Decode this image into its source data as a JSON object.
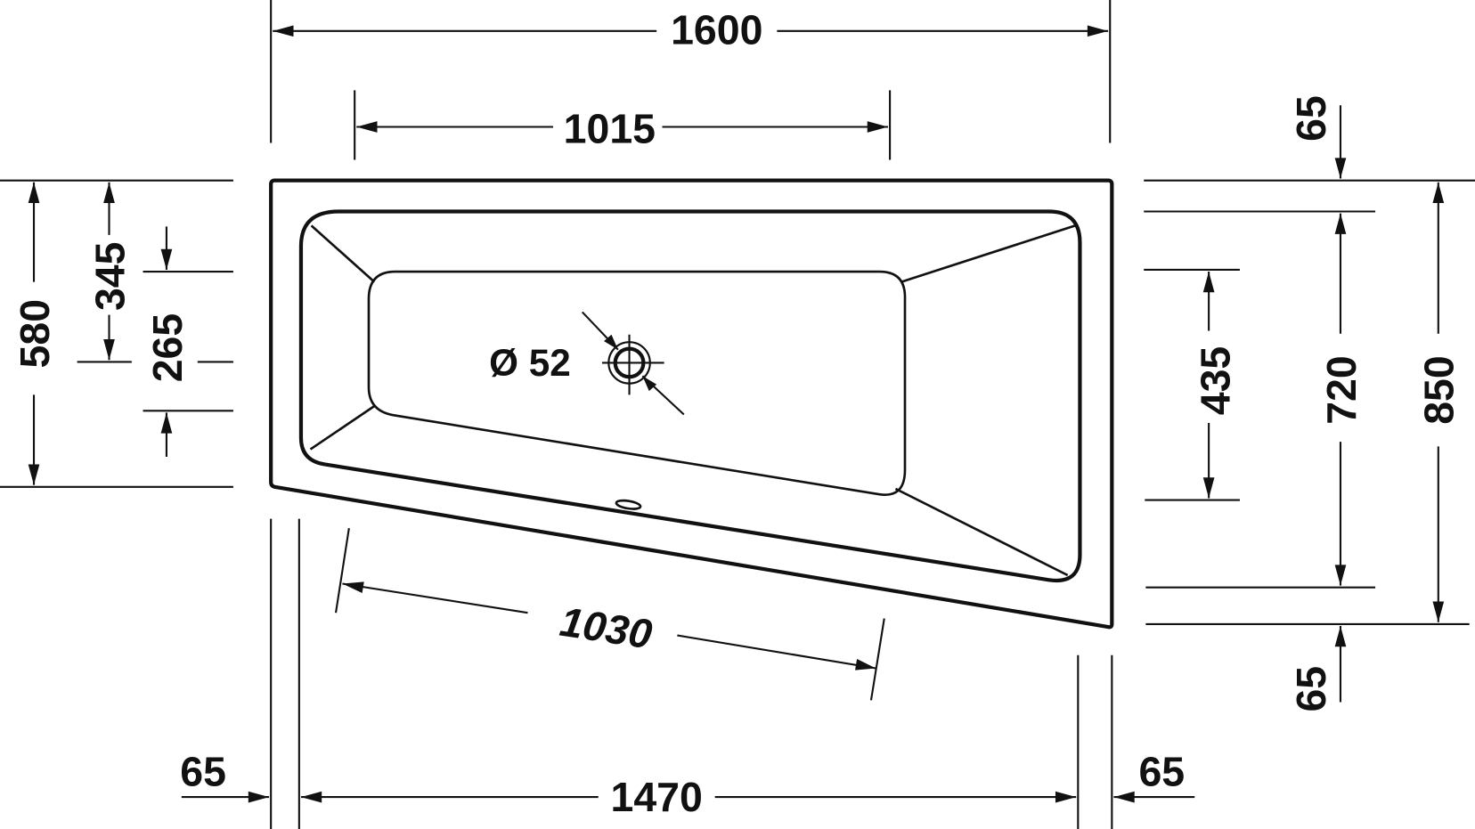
{
  "drawing": {
    "title": "Corner bathtub dimension drawing (top view)",
    "units": "mm",
    "colors": {
      "line": "#111111",
      "background": "#ffffff"
    },
    "dimensions": {
      "overall_width": "1600",
      "inner_top_width": "1015",
      "bottom_inner_width": "1470",
      "left_rim_offset": "65",
      "right_rim_offset": "65",
      "slanted_front_length": "1030",
      "left_height": "580",
      "left_drain_offset": "345",
      "left_flat_depth": "265",
      "right_top_rim": "65",
      "right_inner_height": "720",
      "right_overall_height": "850",
      "right_flat_depth": "435",
      "right_bottom_rim": "65",
      "drain_diameter": "Ø 52"
    }
  }
}
